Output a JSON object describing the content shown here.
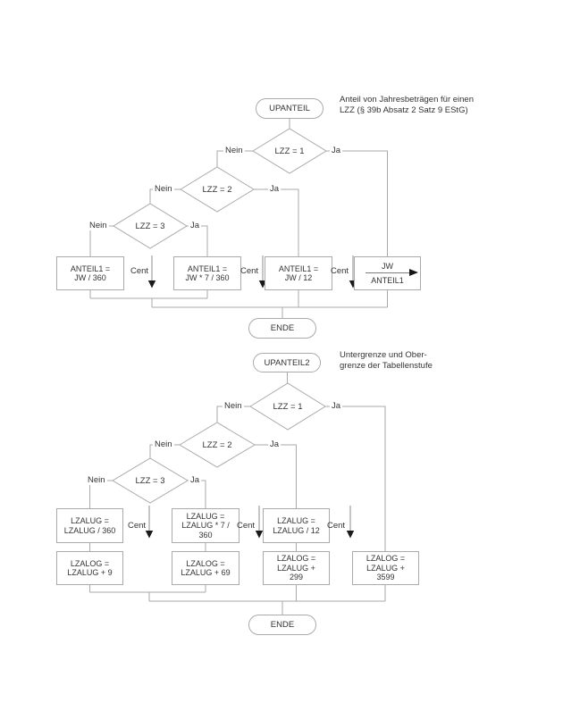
{
  "labels": {
    "nein": "Nein",
    "ja": "Ja",
    "cent": "Cent"
  },
  "colors": {
    "line": "#aaaaaa",
    "text": "#333333",
    "arrowhead": "#1a1a1a",
    "background": "#ffffff"
  },
  "top_chart": {
    "start": "UPANTEIL",
    "end": "ENDE",
    "note": [
      "Anteil von Jahresbeträgen für einen",
      "LZZ (§ 39b Absatz 2 Satz 9 EStG)"
    ],
    "decisions": [
      "LZZ = 1",
      "LZZ = 2",
      "LZZ = 3"
    ],
    "process_boxes": [
      [
        "ANTEIL1 =",
        "JW / 360"
      ],
      [
        "ANTEIL1 =",
        "JW * 7 / 360"
      ],
      [
        "ANTEIL1 =",
        "JW / 12"
      ]
    ],
    "assign_box": {
      "numerator": "JW",
      "denominator": "ANTEIL1"
    }
  },
  "bottom_chart": {
    "start": "UPANTEIL2",
    "end": "ENDE",
    "note": [
      "Untergrenze und Ober-",
      "grenze der Tabellenstufe"
    ],
    "decisions": [
      "LZZ = 1",
      "LZZ = 2",
      "LZZ = 3"
    ],
    "row1": [
      [
        "LZALUG =",
        "LZALUG / 360"
      ],
      [
        "LZALUG =",
        "LZALUG * 7 /",
        "360"
      ],
      [
        "LZALUG =",
        "LZALUG / 12"
      ]
    ],
    "row2": [
      [
        "LZALOG =",
        "LZALUG + 9"
      ],
      [
        "LZALOG =",
        "LZALUG + 69"
      ],
      [
        "LZALOG =",
        "LZALUG +",
        "299"
      ],
      [
        "LZALOG =",
        "LZALUG +",
        "3599"
      ]
    ]
  }
}
